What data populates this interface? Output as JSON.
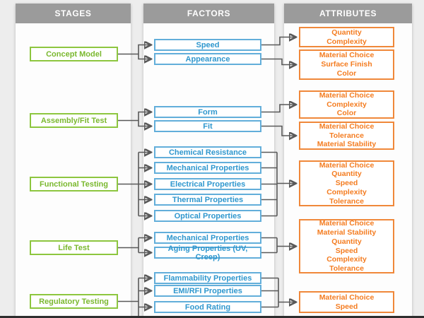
{
  "columns": {
    "stages": {
      "header": "STAGES"
    },
    "factors": {
      "header": "FACTORS"
    },
    "attributes": {
      "header": "ATTRIBUTES"
    }
  },
  "stages": [
    {
      "label": "Concept Model"
    },
    {
      "label": "Assembly/Fit Test"
    },
    {
      "label": "Functional Testing"
    },
    {
      "label": "Life Test"
    },
    {
      "label": "Regulatory Testing"
    }
  ],
  "factors": [
    {
      "label": "Speed"
    },
    {
      "label": "Appearance"
    },
    {
      "label": "Form"
    },
    {
      "label": "Fit"
    },
    {
      "label": "Chemical Resistance"
    },
    {
      "label": "Mechanical Properties"
    },
    {
      "label": "Electrical Properties"
    },
    {
      "label": "Thermal Properties"
    },
    {
      "label": "Optical Properties"
    },
    {
      "label": "Mechanical Properties"
    },
    {
      "label": "Aging Properties (UV, Creep)"
    },
    {
      "label": "Flammability Properties"
    },
    {
      "label": "EMI/RFI Properties"
    },
    {
      "label": "Food Rating"
    },
    {
      "label": ""
    }
  ],
  "attributes": [
    {
      "text": "Quantity\nComplexity"
    },
    {
      "text": "Material Choice\nSurface Finish\nColor"
    },
    {
      "text": "Material Choice\nComplexity\nColor"
    },
    {
      "text": "Material Choice\nTolerance\nMaterial Stability"
    },
    {
      "text": "Material Choice\nQuantity\nSpeed\nComplexity\nTolerance"
    },
    {
      "text": "Material Choice\nMaterial Stability\nQuantity\nSpeed\nComplexity\nTolerance"
    },
    {
      "text": "Material Choice\nSpeed"
    }
  ],
  "colors": {
    "stage_green": "#8dc63f",
    "factor_blue": "#2f97ce",
    "attribute_orange": "#f47c20",
    "header_gray": "#9b9b9b",
    "connector_gray": "#595959"
  }
}
